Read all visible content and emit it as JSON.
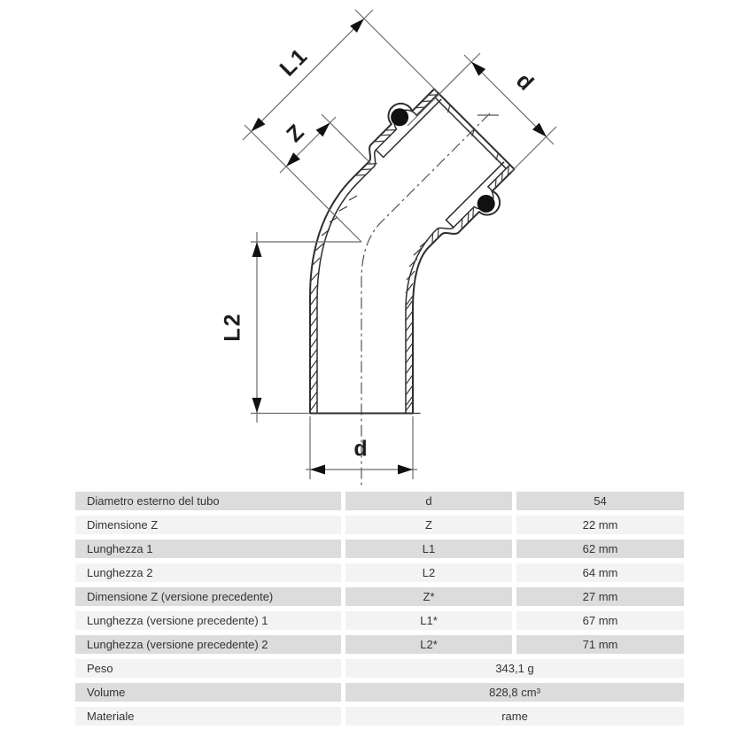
{
  "drawing": {
    "type": "technical-diagram",
    "subject": "45-degree press elbow fitting, sectional view with dimension lines",
    "labels": {
      "l1": "L1",
      "z": "Z",
      "d_top": "d",
      "l2": "L2",
      "d_bottom": "d"
    }
  },
  "table": {
    "rows": [
      {
        "label": "Diametro esterno del tubo",
        "symbol": "d",
        "value": "54"
      },
      {
        "label": "Dimensione Z",
        "symbol": "Z",
        "value": "22 mm"
      },
      {
        "label": "Lunghezza 1",
        "symbol": "L1",
        "value": "62 mm"
      },
      {
        "label": "Lunghezza 2",
        "symbol": "L2",
        "value": "64 mm"
      },
      {
        "label": "Dimensione Z (versione precedente)",
        "symbol": "Z*",
        "value": "27 mm"
      },
      {
        "label": "Lunghezza (versione precedente) 1",
        "symbol": "L1*",
        "value": "67 mm"
      },
      {
        "label": "Lunghezza (versione precedente) 2",
        "symbol": "L2*",
        "value": "71 mm"
      },
      {
        "label": "Peso",
        "symbol": "",
        "value": "343,1 g"
      },
      {
        "label": "Volume",
        "symbol": "",
        "value": "828,8 cm³"
      },
      {
        "label": "Materiale",
        "symbol": "",
        "value": "rame"
      }
    ]
  },
  "colors": {
    "row_dark": "#dcdcdc",
    "row_light": "#f3f3f3",
    "body_line": "#2e2e2e",
    "dimension_line": "#6b6b6b",
    "arrow_fill": "#111111",
    "text": "#333333",
    "background": "#ffffff"
  }
}
